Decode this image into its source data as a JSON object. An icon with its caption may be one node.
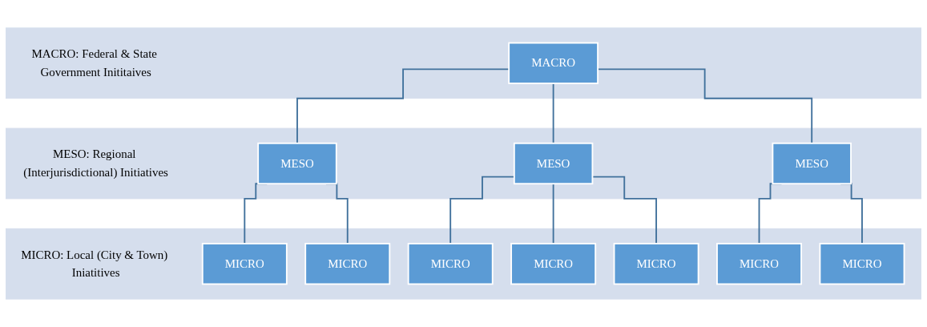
{
  "diagram": {
    "nodes": [
      {
        "text": [
          "MACRO: Federal & State Government Inititaives"
        ]
      },
      {
        "text": [
          "MACRO"
        ],
        "in": 0
      },
      {
        "text": [
          "MESO: Regional (Interjurisdictional) Initiatives"
        ]
      },
      {
        "text": [
          "MESO"
        ],
        "in": 2
      },
      {
        "text": [
          "MESO"
        ],
        "in": 2
      },
      {
        "text": [
          "MESO"
        ],
        "in": 2
      },
      {
        "text": [
          "MICRO: Local (City & Town) Iniatitives"
        ]
      },
      {
        "text": [
          "MICRO"
        ],
        "in": 6
      },
      {
        "text": [
          "MICRO"
        ],
        "in": 6
      },
      {
        "text": [
          "MICRO"
        ],
        "in": 6
      },
      {
        "text": [
          "MICRO"
        ],
        "in": 6
      },
      {
        "text": [
          "MICRO"
        ],
        "in": 6
      },
      {
        "text": [
          "MICRO"
        ],
        "in": 6
      },
      {
        "text": [
          "MICRO"
        ],
        "in": 6
      }
    ],
    "edges": [
      {
        "from": 1,
        "to": 3,
        "arrow": "none"
      },
      {
        "from": 1,
        "to": 4,
        "arrow": "none"
      },
      {
        "from": 1,
        "to": 5,
        "arrow": "none"
      },
      {
        "from": 3,
        "to": 7,
        "arrow": "none"
      },
      {
        "from": 3,
        "to": 8,
        "arrow": "none"
      },
      {
        "from": 4,
        "to": 9,
        "arrow": "none"
      },
      {
        "from": 4,
        "to": 10,
        "arrow": "none"
      },
      {
        "from": 4,
        "to": 11,
        "arrow": "none"
      },
      {
        "from": 5,
        "to": 12,
        "arrow": "none"
      },
      {
        "from": 5,
        "to": 13,
        "arrow": "none"
      }
    ]
  }
}
